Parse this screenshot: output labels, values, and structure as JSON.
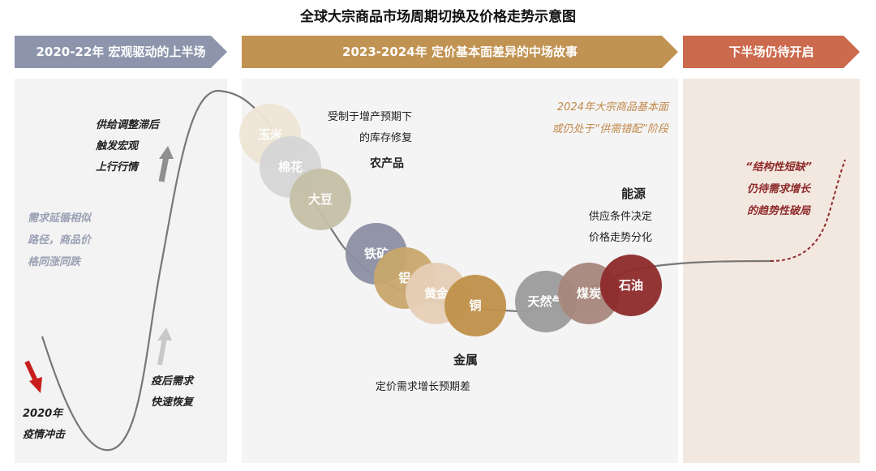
{
  "title": "全球大宗商品市场周期切换及价格走势示意图",
  "phases": [
    {
      "label": "2020-22年  宏观驱动的上半场",
      "color": "#8c95ab"
    },
    {
      "label": "2023-2024年  定价基本面差异的中场故事",
      "color": "#c19352"
    },
    {
      "label": "下半场仍待开启",
      "color": "#cc6a4d"
    }
  ],
  "left": {
    "supply_note": [
      "供给调整滞后",
      "触发宏观",
      "上行行情"
    ],
    "demand_note": [
      "需求延循相似",
      "路径，商品价",
      "格同涨同跌"
    ],
    "recovery_note": [
      "疫后需求",
      "快速恢复"
    ],
    "shock_note": [
      "2020年",
      "疫情冲击"
    ]
  },
  "middle": {
    "agri_note": [
      "受制于增产预期下",
      "的库存修复"
    ],
    "agri_title": "农产品",
    "mismatch_note": [
      "2024年大宗商品基本面",
      "或仍处于“供需错配”阶段"
    ],
    "energy_title": "能源",
    "energy_note": [
      "供应条件决定",
      "价格走势分化"
    ],
    "metal_title": "金属",
    "metal_note": "定价需求增长预期差"
  },
  "right": {
    "note": [
      "“结构性短缺”",
      "仍待需求增长",
      "的趋势性破局"
    ]
  },
  "bubbles": [
    {
      "name": "玉米",
      "color": "#efe6d6"
    },
    {
      "name": "棉花",
      "color": "#d6d6d6"
    },
    {
      "name": "大豆",
      "color": "#c6c0a8"
    },
    {
      "name": "铁矿",
      "color": "#8d8fa4"
    },
    {
      "name": "铝",
      "color": "#c9a86d"
    },
    {
      "name": "黄金",
      "color": "#e6cfb6"
    },
    {
      "name": "铜",
      "color": "#c0924a"
    },
    {
      "name": "天然气",
      "color": "#9c9c9c"
    },
    {
      "name": "煤炭",
      "color": "#a8877c"
    },
    {
      "name": "石油",
      "color": "#8e2b2b"
    }
  ],
  "colors": {
    "grey_arrow": "#8f8f8f",
    "light_grey_arrow": "#c8c8c8",
    "red_arrow": "#c81e1e",
    "curve": "#777777",
    "dashed": "#8e2b2b"
  }
}
